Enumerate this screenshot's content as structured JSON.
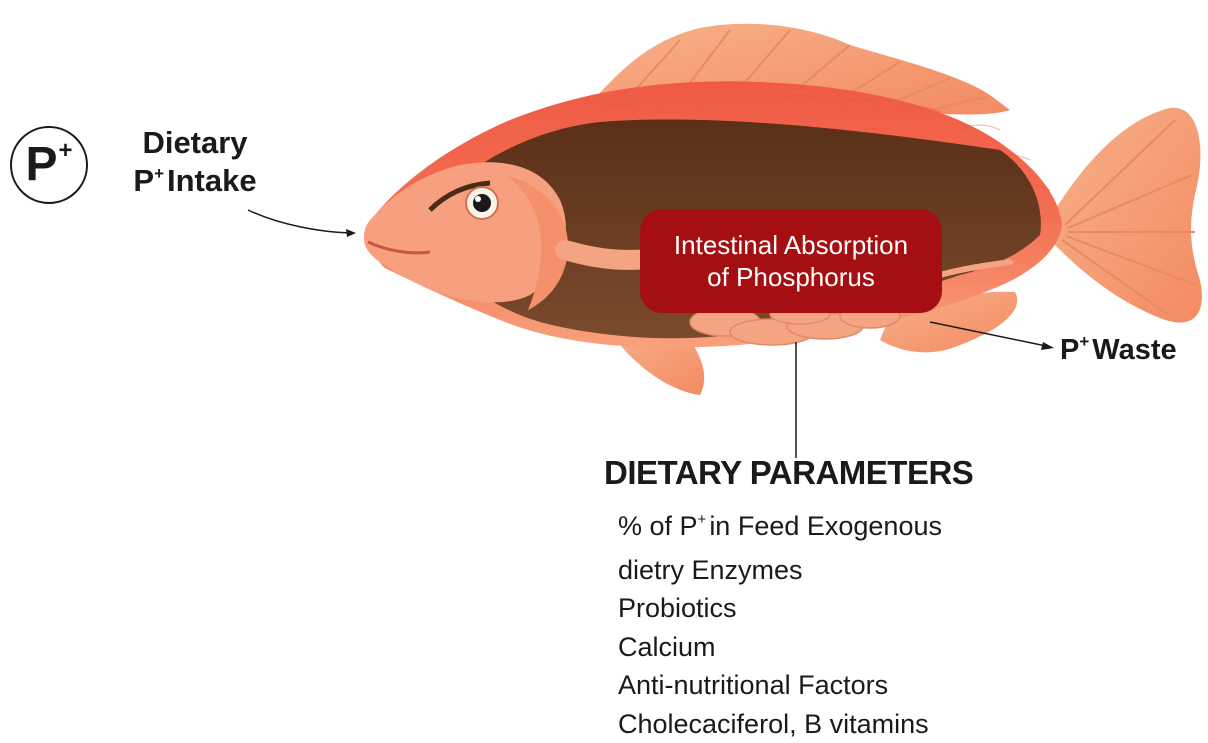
{
  "badge": {
    "symbol": "P",
    "superscript": "+"
  },
  "intake": {
    "line1": "Dietary",
    "symbol": "P",
    "superscript": "+",
    "text": "Intake"
  },
  "absorption": {
    "line1": "Intestinal Absorption",
    "line2": "of Phosphorus"
  },
  "waste": {
    "symbol": "P",
    "superscript": "+",
    "text": "Waste"
  },
  "parameters": {
    "title": "DIETARY PARAMETERS",
    "first_item": {
      "prefix": "% of P",
      "superscript": "+",
      "suffix": "in Feed Exogenous"
    },
    "items": [
      "dietry Enzymes",
      "Probiotics",
      "Calcium",
      "Anti-nutritional Factors",
      "Cholecaciferol, B vitamins"
    ]
  },
  "colors": {
    "fish_body": "#f0664c",
    "fish_light": "#f7a07f",
    "body_cavity": "#6a3b22",
    "fins": "#f6b58c",
    "absorption_box": "#a50f12",
    "text": "#1a1a1a"
  }
}
